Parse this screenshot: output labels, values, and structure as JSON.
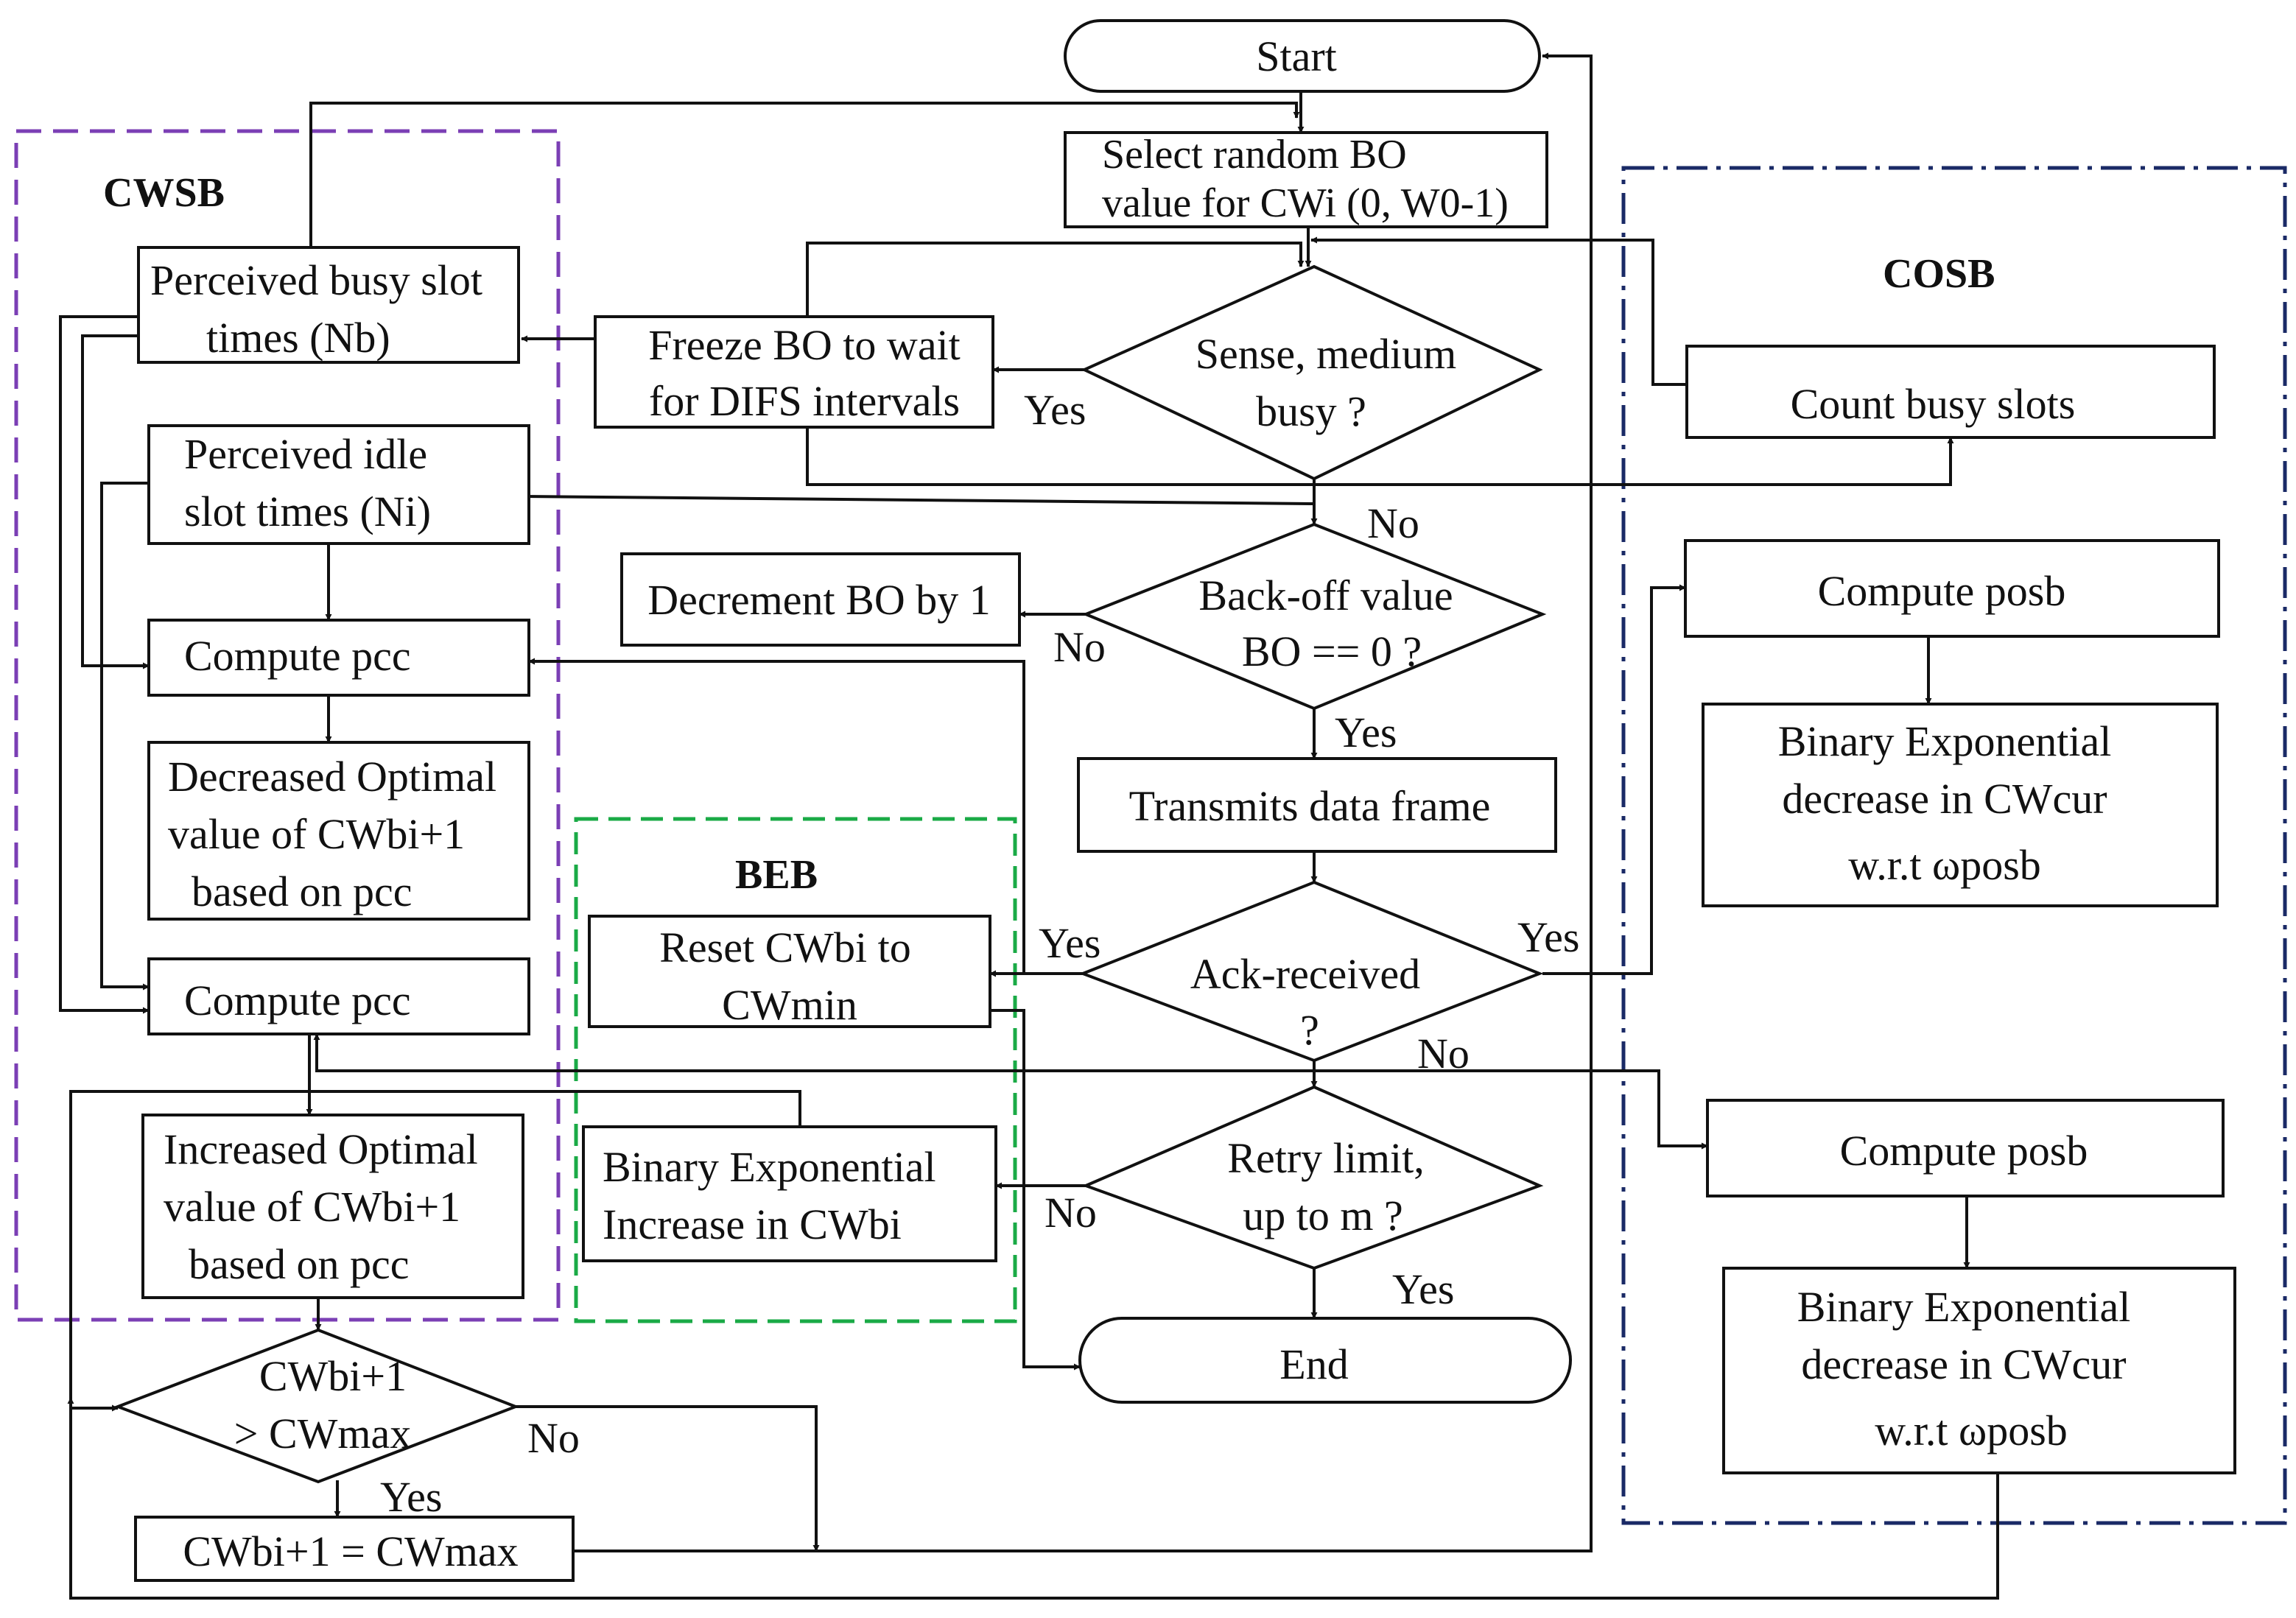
{
  "colors": {
    "line": "#111111",
    "cwsb": "#7b3fb5",
    "beb": "#1aaa46",
    "cosb": "#1a2a66"
  },
  "groups": {
    "cwsb": "CWSB",
    "beb": "BEB",
    "cosb": "COSB"
  },
  "nodes": {
    "start": "Start",
    "select1": "Select random BO",
    "select2": "value for CWi  (0, W0-1)",
    "sense1": "Sense, medium",
    "sense2": "busy ?",
    "freeze1": "Freeze BO to wait",
    "freeze2": "for DIFS intervals",
    "count": "Count busy slots",
    "busy1": "Perceived busy slot",
    "busy2": "times (Nb)",
    "idle1": "Perceived idle",
    "idle2": "slot times (Ni)",
    "backoff1": "Back-off value",
    "backoff2": "BO == 0 ?",
    "decrement": "Decrement BO by 1",
    "pcc1": "Compute pcc",
    "dec1": "Decreased Optimal",
    "dec2": "value of CWbi+1",
    "dec3": "based on pcc",
    "transmit": "Transmits data frame",
    "ack1": "Ack-received",
    "ack2": "?",
    "reset1": "Reset CWbi to",
    "reset2": "CWmin",
    "pcc2": "Compute pcc",
    "posb1": "Compute posb",
    "bed1_1": "Binary Exponential",
    "bed1_2": "decrease in CWcur",
    "bed1_3": "w.r.t ωposb",
    "retry1": "Retry limit,",
    "retry2": "up to m ?",
    "bei1": "Binary Exponential",
    "bei2": "Increase in CWbi",
    "inc1": "Increased Optimal",
    "inc2": "value of CWbi+1",
    "inc3": "based on pcc",
    "posb2": "Compute posb",
    "bed2_1": "Binary Exponential",
    "bed2_2": "decrease in CWcur",
    "bed2_3": "w.r.t ωposb",
    "end": "End",
    "cmp1": "CWbi+1",
    "cmp2": "> CWmax",
    "assign": "CWbi+1 = CWmax"
  },
  "labels": {
    "sense_yes": "Yes",
    "sense_no": "No",
    "bo_no": "No",
    "bo_yes": "Yes",
    "ack_yes_left": "Yes",
    "ack_yes_right": "Yes",
    "ack_no": "No",
    "retry_no": "No",
    "retry_yes": "Yes",
    "cmp_no": "No",
    "cmp_yes": "Yes"
  }
}
